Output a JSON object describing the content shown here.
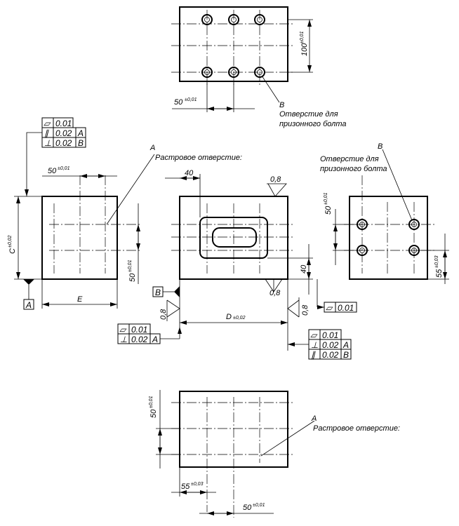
{
  "top_view": {
    "dim_100": "100",
    "dim_100_tol": "±0,01",
    "dim_50": "50",
    "dim_50_tol": "±0,01",
    "ref_b": "B",
    "note_line1": "Отверстие для",
    "note_line2": "призонного болта"
  },
  "left_view": {
    "fcf_rows": [
      {
        "symbol": "▱",
        "value": "0.01",
        "datum": ""
      },
      {
        "symbol": "∥",
        "value": "0.02",
        "datum": "A"
      },
      {
        "symbol": "⊥",
        "value": "0.02",
        "datum": "B"
      }
    ],
    "dim_50": "50",
    "dim_50_tol": "±0,01",
    "dim_50v": "50",
    "dim_50v_tol": "±0,01",
    "dim_c": "C",
    "dim_c_tol": "±0,02",
    "dim_e": "E",
    "datum_a": "A",
    "ref_a": "A",
    "raster_note": "Растровое отверстие:"
  },
  "front_view": {
    "dim_40_top": "40",
    "dim_40_right": "40",
    "rough_top": "0,8",
    "rough_bottom": "0,8",
    "rough_left": "0,8",
    "rough_right": "0,8",
    "datum_b": "B",
    "dim_d": "D",
    "dim_d_tol": "±0,02",
    "fcf_flat": {
      "symbol": "▱",
      "value": "0.01"
    },
    "fcf_left_rows": [
      {
        "symbol": "▱",
        "value": "0.01",
        "datum": ""
      },
      {
        "symbol": "⊥",
        "value": "0.02",
        "datum": "A"
      }
    ],
    "fcf_right_rows": [
      {
        "symbol": "▱",
        "value": "0.01",
        "datum": ""
      },
      {
        "symbol": "⊥",
        "value": "0.02",
        "datum": "A"
      },
      {
        "symbol": "∥",
        "value": "0.02",
        "datum": "B"
      }
    ]
  },
  "right_view": {
    "ref_b": "B",
    "note_line1": "Отверстие для",
    "note_line2": "призонного болта",
    "dim_50": "50",
    "dim_50_tol": "±0,01",
    "dim_55": "55",
    "dim_55_tol": "±0,03"
  },
  "bottom_view": {
    "dim_50v": "50",
    "dim_50v_tol": "±0,01",
    "ref_a": "A",
    "raster_note": "Растровое отверстие:",
    "dim_55": "55",
    "dim_55_tol": "±0,03",
    "dim_50h": "50",
    "dim_50h_tol": "±0,01"
  }
}
